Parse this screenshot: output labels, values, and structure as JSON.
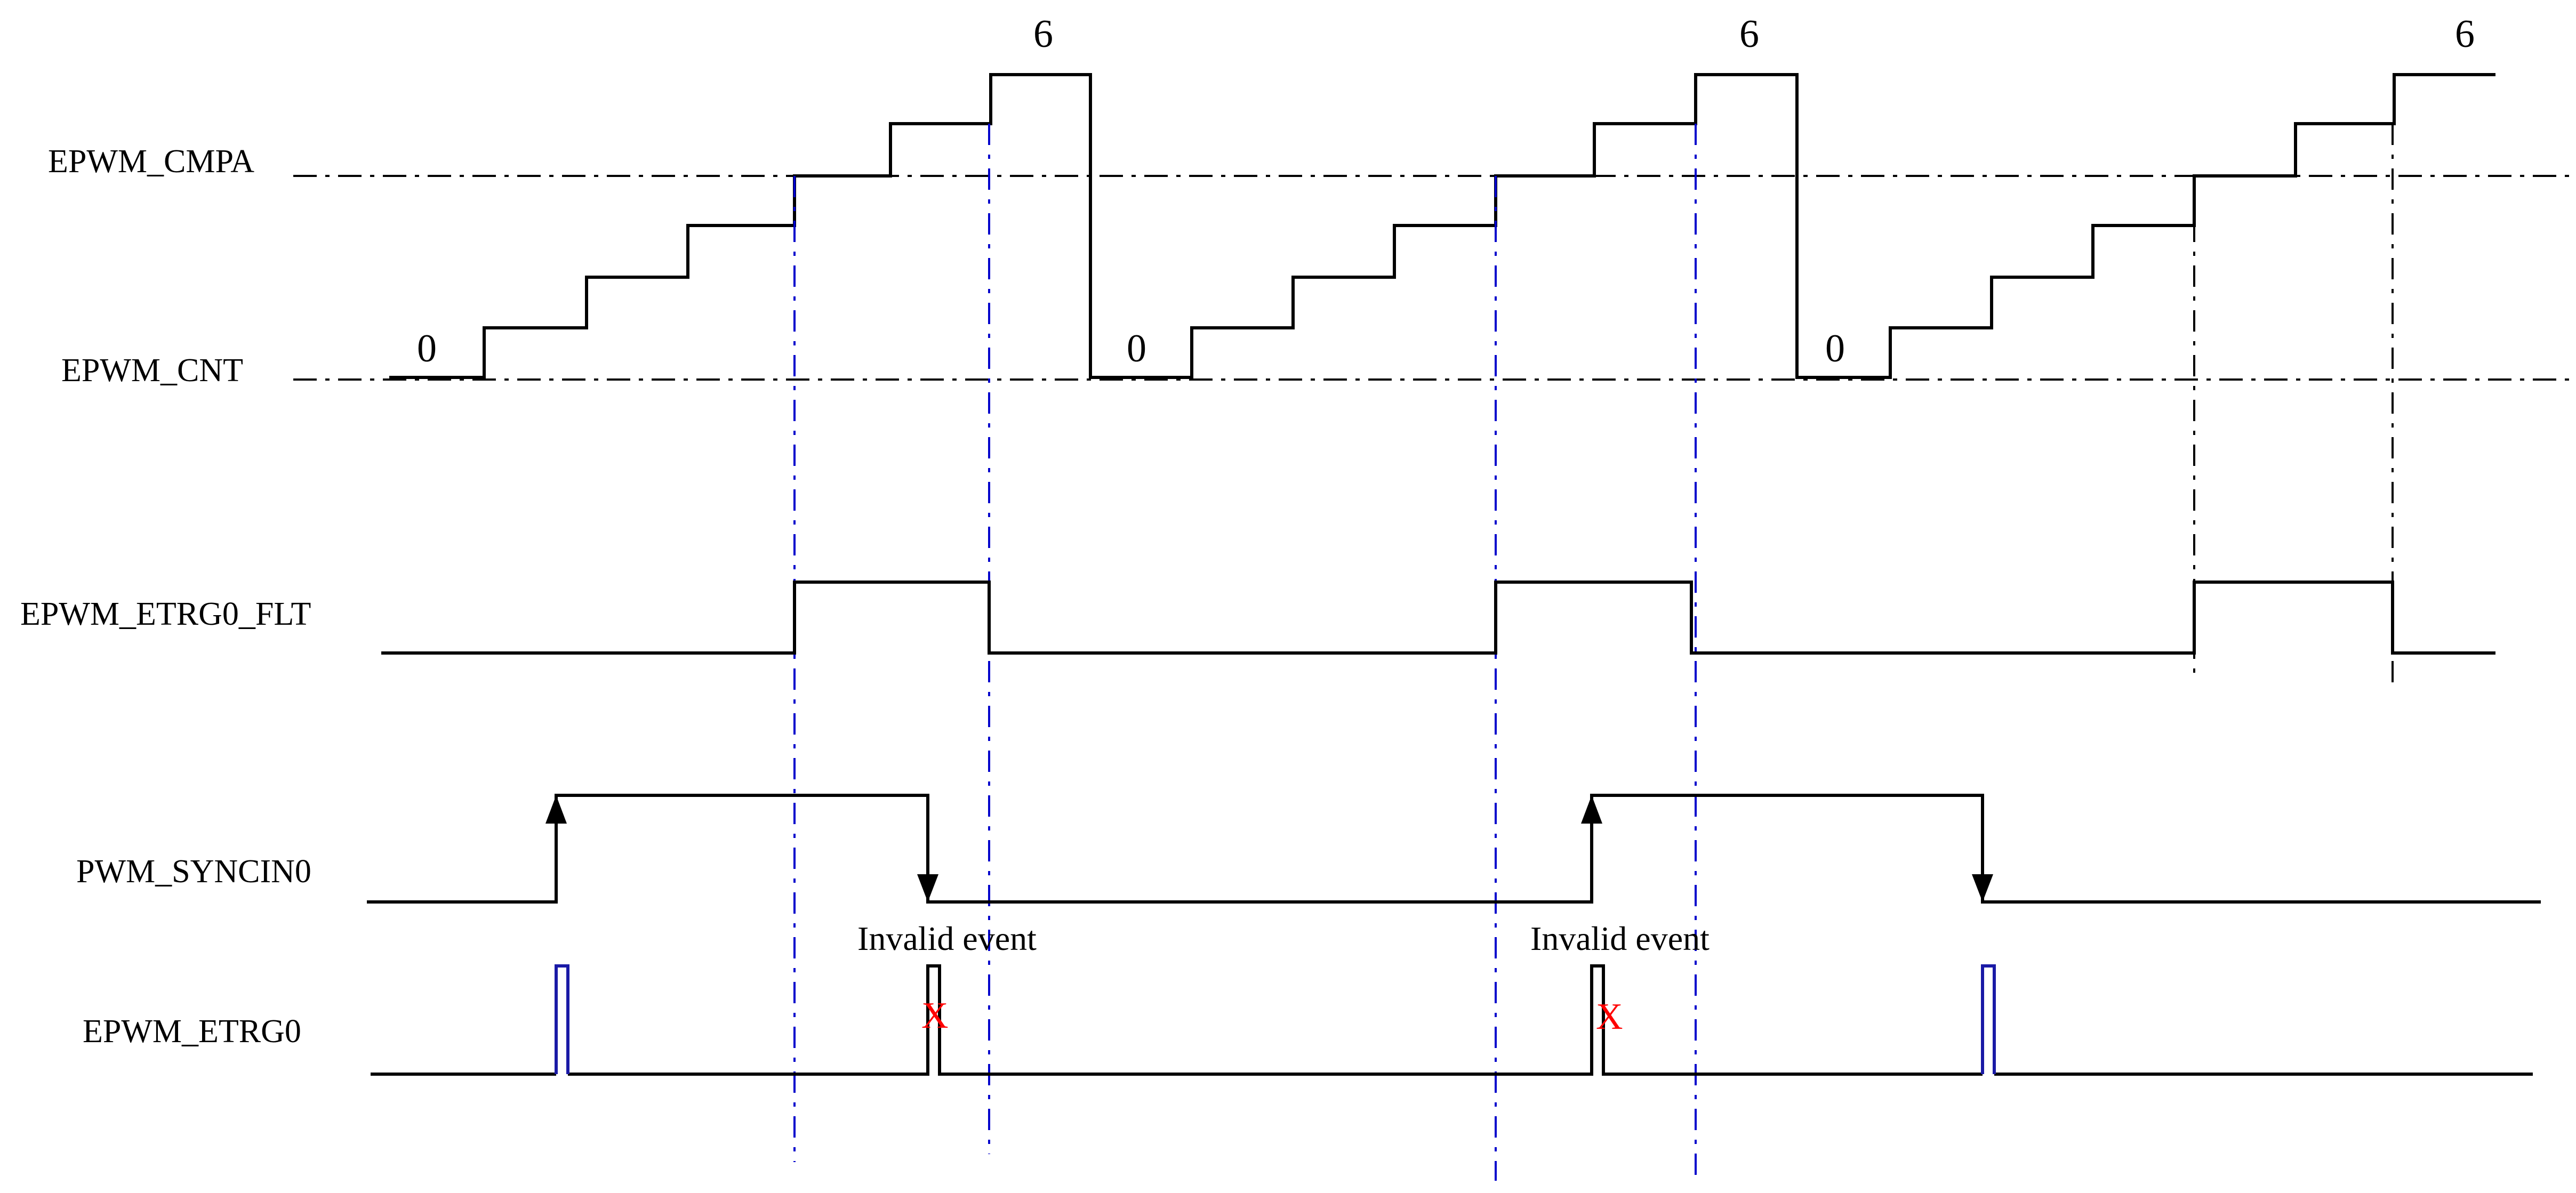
{
  "signals": {
    "cmpa": "EPWM_CMPA",
    "cnt": "EPWM_CNT",
    "etrg0_flt": "EPWM_ETRG0_FLT",
    "syncin0": "PWM_SYNCIN0",
    "etrg0": "EPWM_ETRG0"
  },
  "counter_values": {
    "start_1": "0",
    "peak_1": "6",
    "start_2": "0",
    "peak_2": "6",
    "start_3": "0",
    "peak_3": "6"
  },
  "annotations": {
    "invalid_event_1": "Invalid event",
    "invalid_event_2": "Invalid event",
    "reject_mark_1": "X",
    "reject_mark_2": "X"
  },
  "colors": {
    "waveform": "#000000",
    "guide_line": "#0000cc",
    "pulse_valid": "#1a1aa6",
    "reject_mark": "#ff0000"
  }
}
